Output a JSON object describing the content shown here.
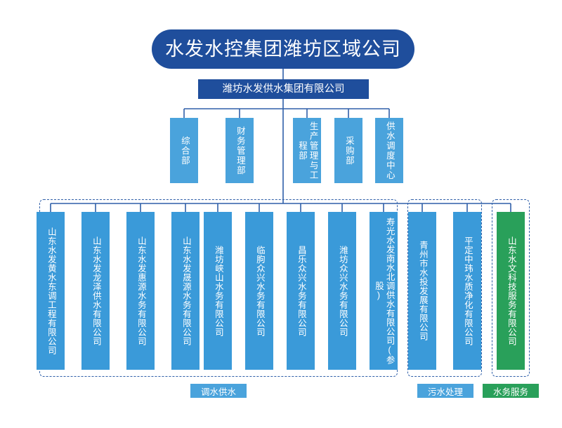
{
  "diagram": {
    "type": "org-chart",
    "title": "水发水控集团潍坊区域公司",
    "subtitle": "潍坊水发供水集团有限公司",
    "colors": {
      "root": "#1f4e9c",
      "department": "#4aa3dc",
      "company_blue": "#3a9ad9",
      "company_green": "#29a05a",
      "connector": "#2f5fa8",
      "dashed_border": "#2f5fa8",
      "background": "#ffffff"
    },
    "departments": [
      {
        "label": "综合部"
      },
      {
        "label": "财务管理部"
      },
      {
        "label": "生产管理与工程部"
      },
      {
        "label": "采购部"
      },
      {
        "label": "供水调度中心"
      }
    ],
    "groups": [
      {
        "name": "调水供水",
        "color": "#4aa3dc",
        "companies": [
          {
            "label": "山东水发黄水东调工程有限公司",
            "color": "#3a9ad9"
          },
          {
            "label": "山东水发龙泽供水有限公司",
            "color": "#3a9ad9"
          },
          {
            "label": "山东水发惠源水务有限公司",
            "color": "#3a9ad9"
          },
          {
            "label": "山东水发晟源水务有限公司",
            "color": "#3a9ad9"
          },
          {
            "label": "潍坊峡山水务有限公司",
            "color": "#3a9ad9"
          },
          {
            "label": "临朐众兴水务有限公司",
            "color": "#3a9ad9"
          },
          {
            "label": "昌乐众兴水务有限公司",
            "color": "#3a9ad9"
          },
          {
            "label": "潍坊众兴水务有限公司",
            "color": "#3a9ad9"
          },
          {
            "label": "寿光水发南水北调供水有限公司(参股)",
            "color": "#3a9ad9"
          }
        ]
      },
      {
        "name": "污水处理",
        "color": "#4aa3dc",
        "companies": [
          {
            "label": "青州市水投发展有限公司",
            "color": "#3a9ad9"
          },
          {
            "label": "平定中玮水质净化有限公司",
            "color": "#3a9ad9"
          }
        ]
      },
      {
        "name": "水务服务",
        "color": "#29a05a",
        "companies": [
          {
            "label": "山东水文科技服务有限公司",
            "color": "#29a05a"
          }
        ]
      }
    ]
  }
}
